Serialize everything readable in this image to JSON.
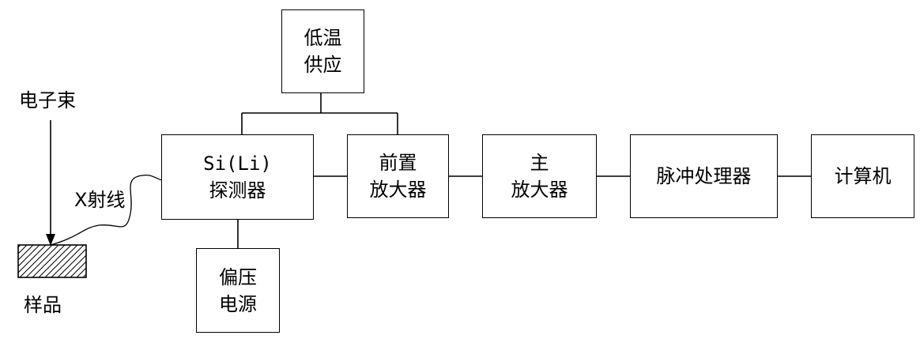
{
  "diagram": {
    "electron_beam_label": "电子束",
    "xray_label": "X射线",
    "sample_label": "样品",
    "blocks": {
      "cryo_supply": [
        "低温",
        "供应"
      ],
      "detector": [
        "Si(Li)",
        "探测器"
      ],
      "bias_supply": [
        "偏压",
        "电源"
      ],
      "preamplifier": [
        "前置",
        "放大器"
      ],
      "main_amplifier": [
        "主",
        "放大器"
      ],
      "pulse_processor": [
        "脉冲处理器"
      ],
      "computer": [
        "计算机"
      ]
    }
  },
  "colors": {
    "line": "#000000",
    "background": "#ffffff"
  }
}
